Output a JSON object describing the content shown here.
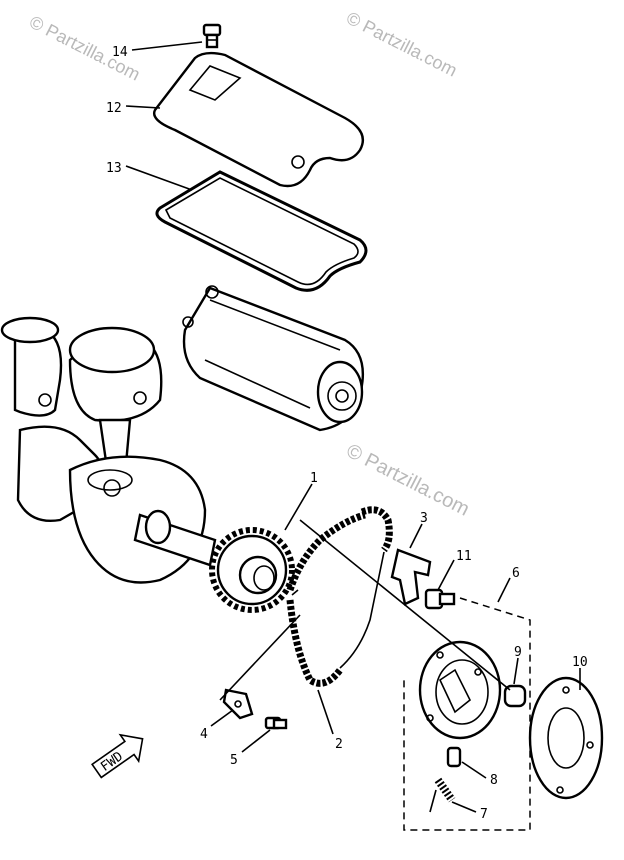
{
  "watermarks": [
    {
      "id": "wm-top-left",
      "text": "© Partzilla.com"
    },
    {
      "id": "wm-top-right",
      "text": "© Partzilla.com"
    },
    {
      "id": "wm-center",
      "text": "© Partzilla.com"
    }
  ],
  "callouts": {
    "c1": "1",
    "c2": "2",
    "c3": "3",
    "c4": "4",
    "c5": "5",
    "c6": "6",
    "c7": "7",
    "c8": "8",
    "c9": "9",
    "c10": "10",
    "c11": "11",
    "c12": "12",
    "c13": "13",
    "c14": "14"
  },
  "fwd_label": "FWD",
  "colors": {
    "ink": "#000000",
    "watermark": "#b9b9b9",
    "paper": "#ffffff"
  }
}
